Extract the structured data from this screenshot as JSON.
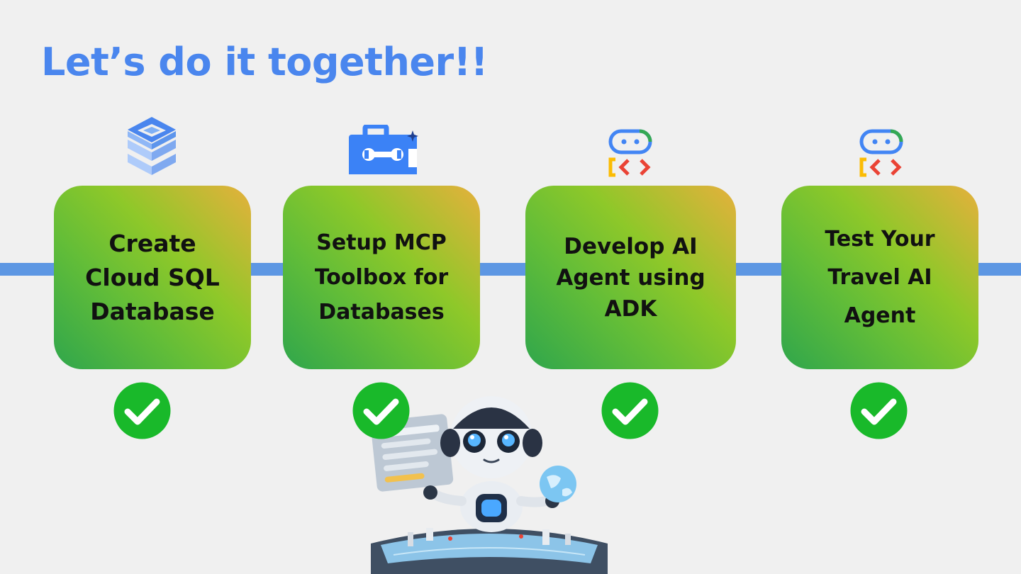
{
  "slide": {
    "title": "Let’s do it together!!"
  },
  "steps": [
    {
      "label": "Create\nCloud SQL\nDatabase",
      "icon": "cloud-sql-database-icon",
      "status": "completed"
    },
    {
      "label": "Setup MCP\nToolbox for\nDatabases",
      "icon": "toolbox-icon",
      "status": "completed"
    },
    {
      "label": "Develop AI\nAgent using\nADK",
      "icon": "adk-agent-icon",
      "status": "completed"
    },
    {
      "label": "Test Your\nTravel AI\nAgent",
      "icon": "adk-agent-icon",
      "status": "completed"
    }
  ],
  "colors": {
    "title": "#4a86ee",
    "timeline": "#5d97e3",
    "card_gradient": [
      "#2fa64c",
      "#8ec829",
      "#e6b03c"
    ],
    "check": "#19b92a",
    "background": "#f0f0f0"
  },
  "illustration": {
    "icon": "robot-travel-agent-illustration"
  }
}
